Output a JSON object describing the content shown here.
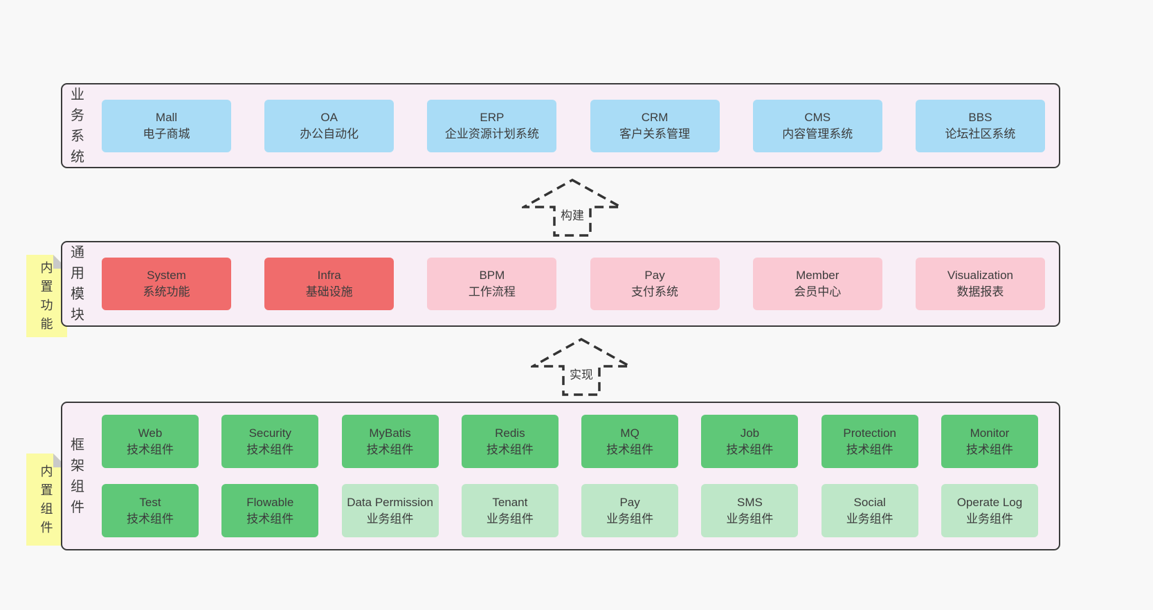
{
  "colors": {
    "page_bg": "#f8f8f8",
    "container_bg": "#f8eef6",
    "container_border": "#3a3a3a",
    "business_box": "#a9dcf6",
    "core_module_box": "#f06c6c",
    "optional_module_box": "#fac9d3",
    "tech_component_box": "#5fc878",
    "biz_component_box": "#bee7c8",
    "sticky_note": "#fbfba3",
    "note_fold": "#c9c9c9",
    "text": "#3c3c3c"
  },
  "arrows": [
    {
      "label": "构建"
    },
    {
      "label": "实现"
    }
  ],
  "layers": [
    {
      "label": "业务系统",
      "rows": [
        [
          {
            "name": "Mall",
            "desc": "电子商城"
          },
          {
            "name": "OA",
            "desc": "办公自动化"
          },
          {
            "name": "ERP",
            "desc": "企业资源计划系统"
          },
          {
            "name": "CRM",
            "desc": "客户关系管理"
          },
          {
            "name": "CMS",
            "desc": "内容管理系统"
          },
          {
            "name": "BBS",
            "desc": "论坛社区系统"
          }
        ]
      ]
    },
    {
      "label": "通用模块",
      "note": "内置功能",
      "rows": [
        [
          {
            "name": "System",
            "desc": "系统功能"
          },
          {
            "name": "Infra",
            "desc": "基础设施"
          },
          {
            "name": "BPM",
            "desc": "工作流程"
          },
          {
            "name": "Pay",
            "desc": "支付系统"
          },
          {
            "name": "Member",
            "desc": "会员中心"
          },
          {
            "name": "Visualization",
            "desc": "数据报表"
          }
        ]
      ]
    },
    {
      "label": "框架组件",
      "note": "内置组件",
      "rows": [
        [
          {
            "name": "Web",
            "desc": "技术组件"
          },
          {
            "name": "Security",
            "desc": "技术组件"
          },
          {
            "name": "MyBatis",
            "desc": "技术组件"
          },
          {
            "name": "Redis",
            "desc": "技术组件"
          },
          {
            "name": "MQ",
            "desc": "技术组件"
          },
          {
            "name": "Job",
            "desc": "技术组件"
          },
          {
            "name": "Protection",
            "desc": "技术组件"
          },
          {
            "name": "Monitor",
            "desc": "技术组件"
          }
        ],
        [
          {
            "name": "Test",
            "desc": "技术组件"
          },
          {
            "name": "Flowable",
            "desc": "技术组件"
          },
          {
            "name": "Data Permission",
            "desc": "业务组件"
          },
          {
            "name": "Tenant",
            "desc": "业务组件"
          },
          {
            "name": "Pay",
            "desc": "业务组件"
          },
          {
            "name": "SMS",
            "desc": "业务组件"
          },
          {
            "name": "Social",
            "desc": "业务组件"
          },
          {
            "name": "Operate Log",
            "desc": "业务组件"
          }
        ]
      ]
    }
  ]
}
